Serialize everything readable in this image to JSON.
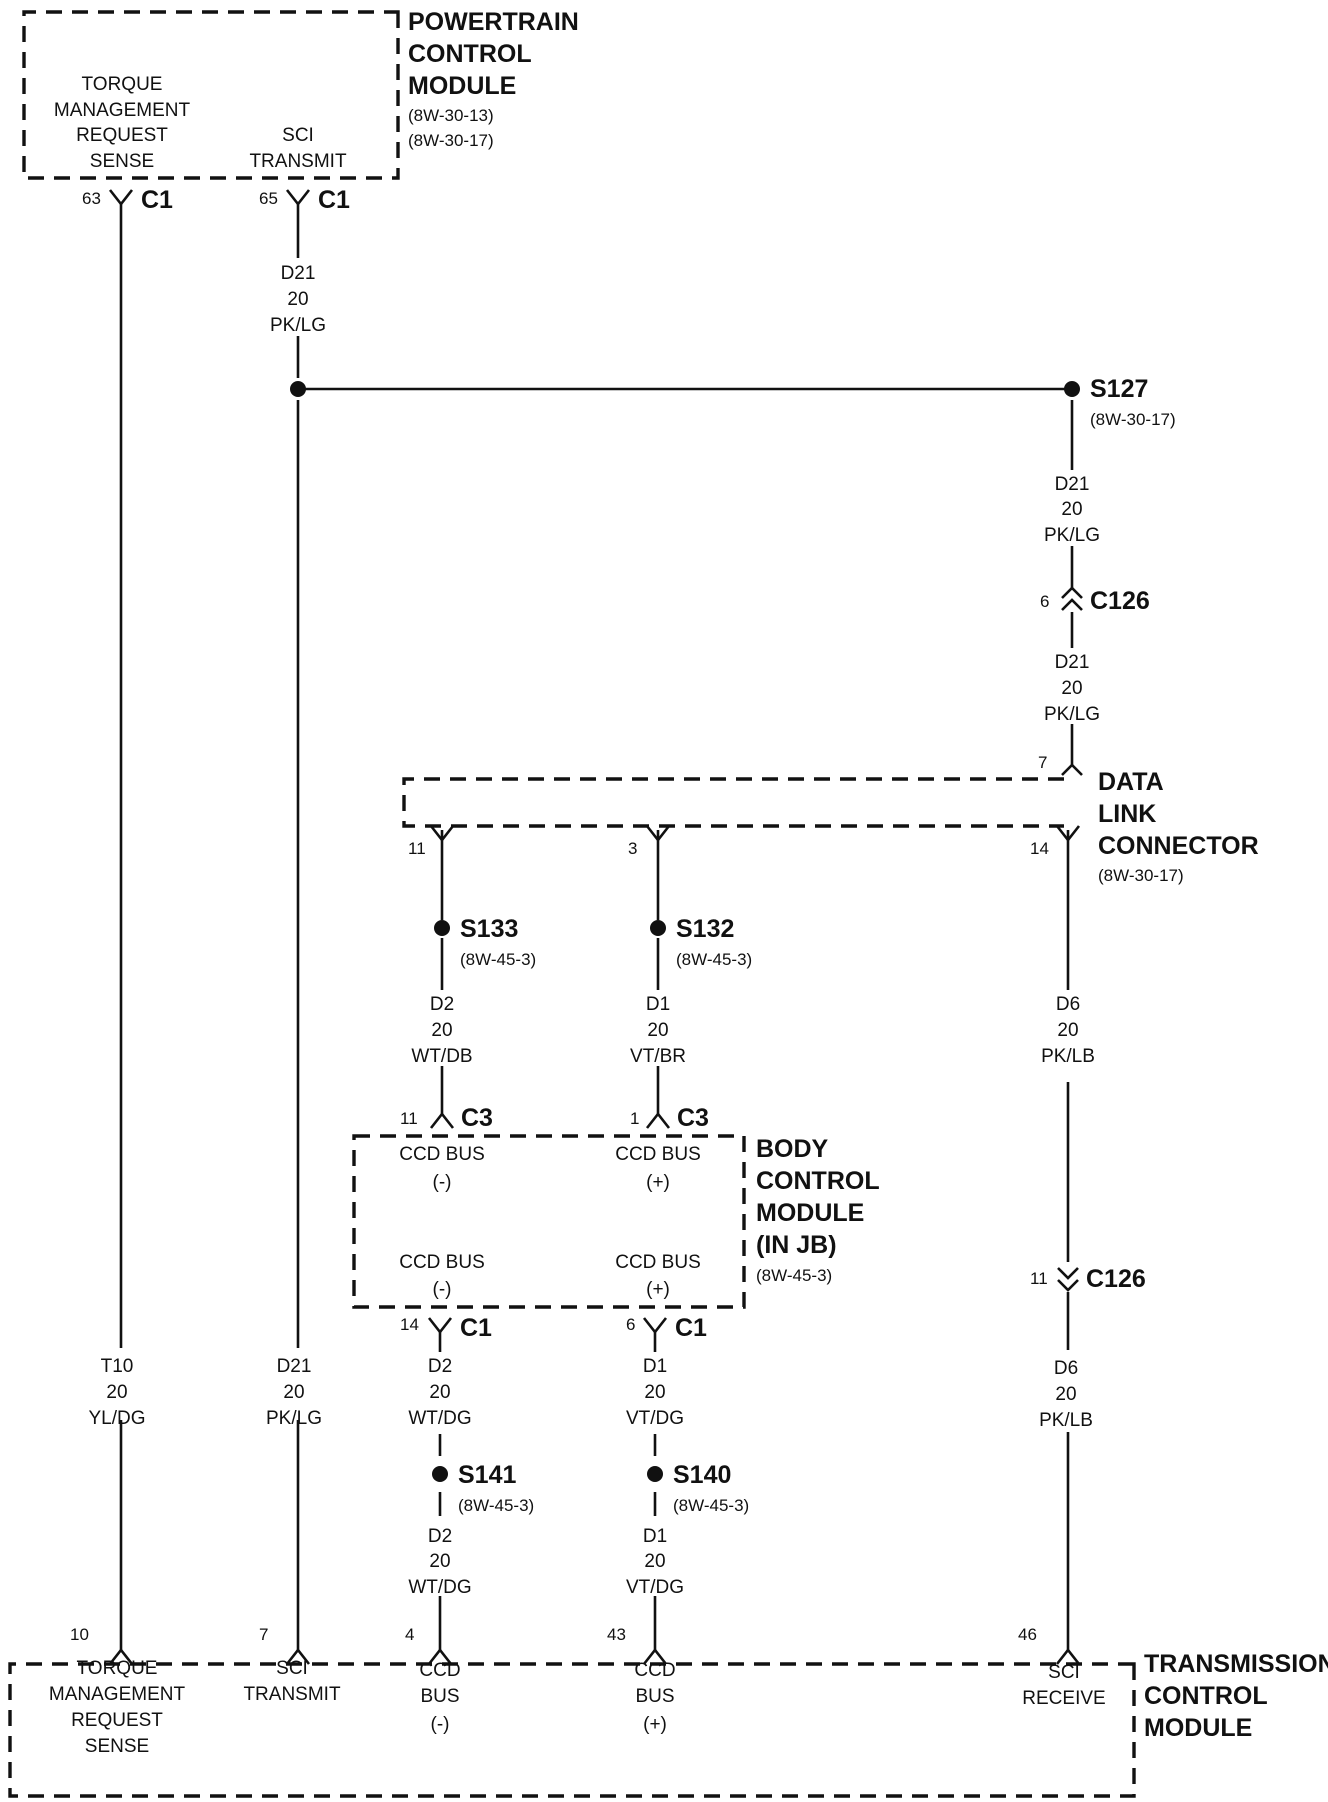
{
  "pcm": {
    "name_lines": [
      "POWERTRAIN",
      "CONTROL",
      "MODULE"
    ],
    "refs": [
      "(8W-30-13)",
      "(8W-30-17)"
    ],
    "torque_label": [
      "TORQUE",
      "MANAGEMENT",
      "REQUEST",
      "SENSE"
    ],
    "sci_label": [
      "SCI",
      "TRANSMIT"
    ],
    "pin_torque": "63",
    "pin_sci": "65",
    "connector": "C1"
  },
  "wire_d21_top": [
    "D21",
    "20",
    "PK/LG"
  ],
  "splice_s127": {
    "name": "S127",
    "ref": "(8W-30-17)"
  },
  "wire_d21_right_a": [
    "D21",
    "20",
    "PK/LG"
  ],
  "c126_top": {
    "pin": "6",
    "name": "C126"
  },
  "wire_d21_right_b": [
    "D21",
    "20",
    "PK/LG"
  ],
  "dlc": {
    "pin_in": "7",
    "name_lines": [
      "DATA",
      "LINK",
      "CONNECTOR"
    ],
    "ref": "(8W-30-17)",
    "pin_11": "11",
    "pin_3": "3",
    "pin_14": "14"
  },
  "splice_s133": {
    "name": "S133",
    "ref": "(8W-45-3)"
  },
  "splice_s132": {
    "name": "S132",
    "ref": "(8W-45-3)"
  },
  "wire_d2_upper": [
    "D2",
    "20",
    "WT/DB"
  ],
  "wire_d1_upper": [
    "D1",
    "20",
    "VT/BR"
  ],
  "wire_d6_upper": [
    "D6",
    "20",
    "PK/LB"
  ],
  "bcm": {
    "pin_c3_left": "11",
    "pin_c3_right": "1",
    "conn_c3": "C3",
    "ccd_bus": "CCD BUS",
    "minus": "(-)",
    "plus": "(+)",
    "name_lines": [
      "BODY",
      "CONTROL",
      "MODULE",
      "(IN JB)"
    ],
    "ref": "(8W-45-3)",
    "pin_c1_left": "14",
    "pin_c1_right": "6",
    "conn_c1": "C1"
  },
  "c126_bottom": {
    "pin": "11",
    "name": "C126"
  },
  "wire_t10": [
    "T10",
    "20",
    "YL/DG"
  ],
  "wire_d21_long": [
    "D21",
    "20",
    "PK/LG"
  ],
  "wire_d2_mid": [
    "D2",
    "20",
    "WT/DG"
  ],
  "wire_d1_mid": [
    "D1",
    "20",
    "VT/DG"
  ],
  "wire_d6_lower": [
    "D6",
    "20",
    "PK/LB"
  ],
  "splice_s141": {
    "name": "S141",
    "ref": "(8W-45-3)"
  },
  "splice_s140": {
    "name": "S140",
    "ref": "(8W-45-3)"
  },
  "wire_d2_low": [
    "D2",
    "20",
    "WT/DG"
  ],
  "wire_d1_low": [
    "D1",
    "20",
    "VT/DG"
  ],
  "tcm": {
    "pins": [
      "10",
      "7",
      "4",
      "43",
      "46"
    ],
    "torque_label": [
      "TORQUE",
      "MANAGEMENT",
      "REQUEST",
      "SENSE"
    ],
    "sci_transmit": [
      "SCI",
      "TRANSMIT"
    ],
    "ccd_minus": [
      "CCD",
      "BUS",
      "(-)"
    ],
    "ccd_plus": [
      "CCD",
      "BUS",
      "(+)"
    ],
    "sci_receive": [
      "SCI",
      "RECEIVE"
    ],
    "name_lines": [
      "TRANSMISSION",
      "CONTROL",
      "MODULE"
    ]
  }
}
